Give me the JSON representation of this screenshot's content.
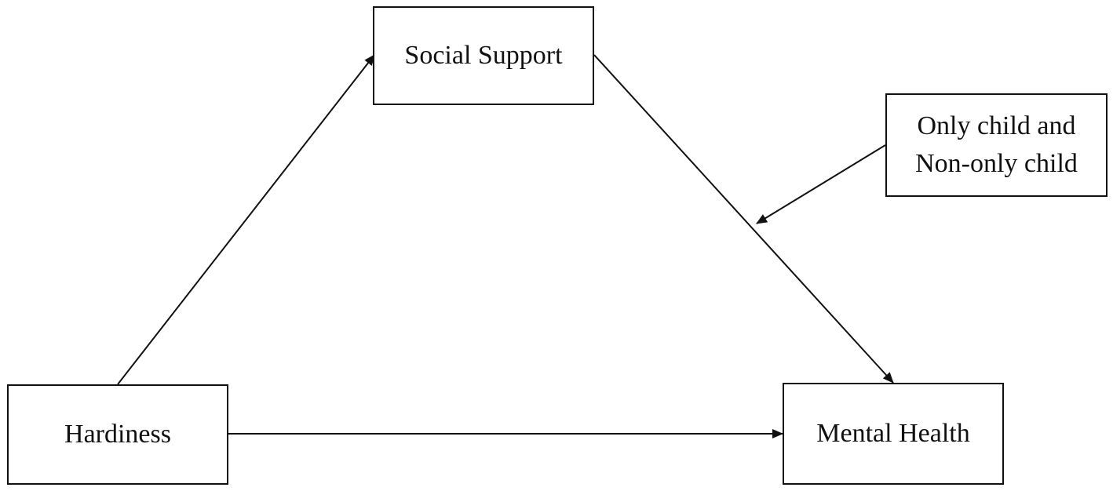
{
  "diagram": {
    "nodes": {
      "social_support": "Social Support",
      "hardiness": "Hardiness",
      "mental_health": "Mental Health",
      "moderator": "Only child and\nNon-only child"
    },
    "edges": [
      {
        "from": "Hardiness",
        "to": "Social Support"
      },
      {
        "from": "Social Support",
        "to": "Mental Health"
      },
      {
        "from": "Hardiness",
        "to": "Mental Health"
      },
      {
        "from": "Only child and Non-only child",
        "to": "Social Support → Mental Health path"
      }
    ],
    "colors": {
      "stroke": "#111111",
      "background": "#ffffff"
    }
  }
}
